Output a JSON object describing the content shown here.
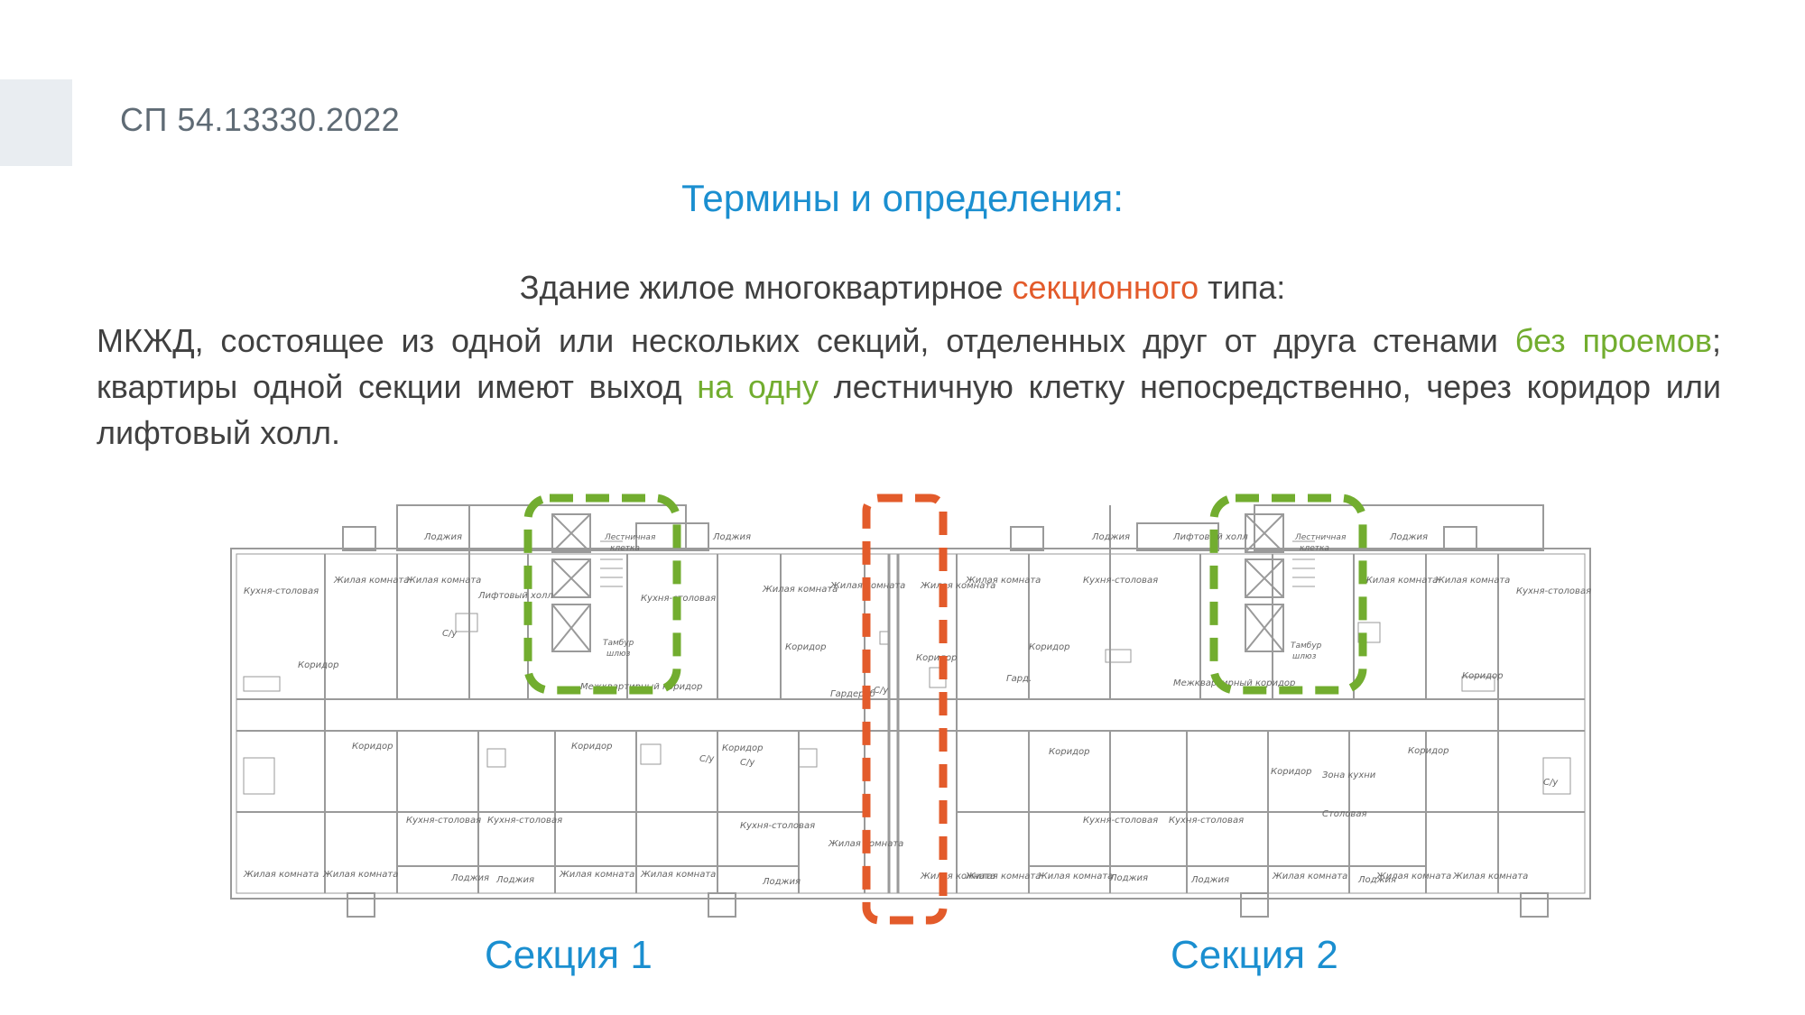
{
  "header": {
    "doc_code": "СП 54.13330.2022"
  },
  "title": "Термины и определения:",
  "definition": {
    "title_pre": "Здание жилое многоквартирное ",
    "title_highlight": "секционного",
    "title_post": " типа:",
    "body_1": "МКЖД, состоящее из одной или нескольких секций, отделенных друг от друга стенами ",
    "body_hl_1": "без проемов",
    "body_2": "; квартиры одной секции имеют выход ",
    "body_hl_2": "на одну",
    "body_3": " лестничную клетку непосредственно, через коридор или лифтовый холл."
  },
  "sections": [
    "Секция 1",
    "Секция 2"
  ],
  "plan": {
    "room_labels": {
      "loggia": "Лоджия",
      "kitchen": "Кухня-столовая",
      "living": "Жилая комната",
      "corridor": "Коридор",
      "wc": "С/у",
      "lift_hall": "Лифтовый холл",
      "stair_1": "Лестничная",
      "stair_2": "клетка",
      "tambour_1": "Тамбур",
      "tambour_2": "шлюз",
      "interapartment": "Межквартирный коридор",
      "wardrobe": "Гардероб",
      "wardrobe_short": "Гард.",
      "kitchen_zone": "Зона кухни",
      "dining": "Столовая"
    },
    "colors": {
      "green": "#72ad2f",
      "orange": "#e35b2b",
      "wall": "#9a9a9a"
    }
  }
}
